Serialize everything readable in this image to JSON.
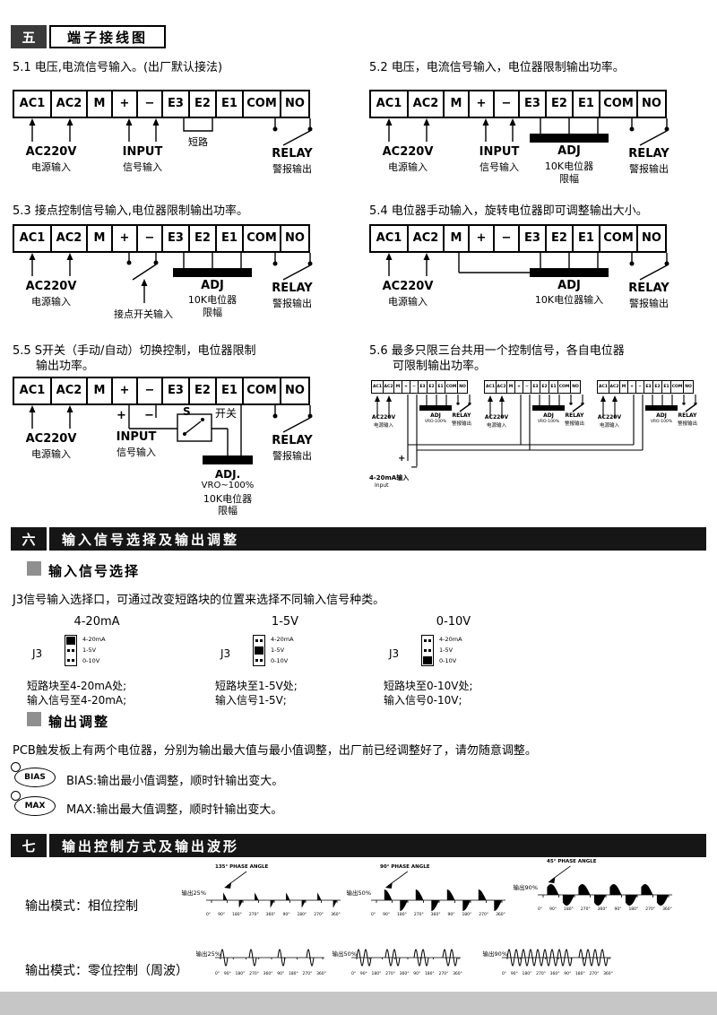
{
  "wiring": {
    "section_no": "五",
    "section_title": "端子接线图",
    "terminals": [
      "AC1",
      "AC2",
      "M",
      "+",
      "−",
      "E3",
      "E2",
      "E1",
      "COM",
      "NO"
    ],
    "diagrams": [
      {
        "caption": "5.1 电压,电流信号输入。(出厂默认接法)",
        "power": "AC220V",
        "power_sub": "电源输入",
        "input": "INPUT",
        "input_sub": "信号输入",
        "short": "短路",
        "relay": "RELAY",
        "relay_sub": "警报输出"
      },
      {
        "caption": "5.2 电压，电流信号输入，电位器限制输出功率。",
        "power": "AC220V",
        "power_sub": "电源输入",
        "input": "INPUT",
        "input_sub": "信号输入",
        "adj": "ADJ",
        "adj_sub": "10K电位器",
        "adj_sub2": "限幅",
        "relay": "RELAY",
        "relay_sub": "警报输出"
      },
      {
        "caption": "5.3 接点控制信号输入,电位器限制输出功率。",
        "power": "AC220V",
        "power_sub": "电源输入",
        "contact": "接点开关输入",
        "adj": "ADJ",
        "adj_sub": "10K电位器",
        "adj_sub2": "限幅",
        "relay": "RELAY",
        "relay_sub": "警报输出"
      },
      {
        "caption": "5.4 电位器手动输入，旋转电位器即可调整输出大小。",
        "power": "AC220V",
        "power_sub": "电源输入",
        "adj": "ADJ",
        "adj_sub": "10K电位器输入",
        "relay": "RELAY",
        "relay_sub": "警报输出"
      },
      {
        "caption_line1": "5.5 S开关（手动/自动）切换控制，电位器限制",
        "caption_line2": "输出功率。",
        "power": "AC220V",
        "power_sub": "电源输入",
        "plus": "+",
        "minus": "−",
        "input": "INPUT",
        "input_sub": "信号输入",
        "sw": "S",
        "sw_sub": "开关",
        "adj": "ADJ.",
        "adj_sub": "VRO~100%",
        "adj_sub2": "10K电位器",
        "adj_sub3": "限幅",
        "relay": "RELAY",
        "relay_sub": "警报输出"
      },
      {
        "caption_line1": "5.6 最多只限三台共用一个控制信号，各自电位器",
        "caption_line2": "可限制输出功率。",
        "unit": {
          "power": "AC220V",
          "power_sub": "电源输入",
          "adj": "ADJ",
          "adj_sub": "VRO-100%",
          "relay": "RELAY",
          "relay_sub": "警报输出"
        },
        "plus": "+",
        "minus": "−",
        "signal": "4-20mA输入",
        "signal_sub": "Input"
      }
    ]
  },
  "section6": {
    "number": "六",
    "title": "输入信号选择及输出调整",
    "sub1": "输入信号选择",
    "para1": "J3信号输入选择口，可通过改变短路块的位置来选择不同输入信号种类。",
    "connector": "J3",
    "pins": [
      "4-20mA",
      "1-5V",
      "0-10V"
    ],
    "options": [
      {
        "heading": "4-20mA",
        "selected": 0,
        "notes": [
          "短路块至4-20mA处;",
          "输入信号至4-20mA;"
        ]
      },
      {
        "heading": "1-5V",
        "selected": 1,
        "notes": [
          "短路块至1-5V处;",
          "输入信号1-5V;"
        ]
      },
      {
        "heading": "0-10V",
        "selected": 2,
        "notes": [
          "短路块至0-10V处;",
          "输入信号0-10V;"
        ]
      }
    ],
    "sub2": "输出调整",
    "para2": "PCB触发板上有两个电位器，分别为输出最大值与最小值调整，出厂前已经调整好了，请勿随意调整。",
    "pots": [
      {
        "icon": "BIAS",
        "desc": "BIAS:输出最小值调整，顺时针输出变大。"
      },
      {
        "icon": "MAX",
        "desc": "MAX:输出最大值调整，顺时针输出变大。"
      }
    ]
  },
  "section7": {
    "number": "七",
    "title": "输出控制方式及输出波形",
    "ticks": [
      "0°",
      "90°",
      "180°",
      "270°",
      "360°",
      "90°",
      "180°",
      "270°",
      "360°"
    ],
    "rows": [
      {
        "label": "输出模式：相位控制",
        "type": "phase",
        "charts": [
          {
            "title": "135° PHASE ANGLE",
            "output": "输出25%",
            "firing_angle_deg": 135,
            "output_percent": 25
          },
          {
            "title": "90° PHASE ANGLE",
            "output": "输出50%",
            "firing_angle_deg": 90,
            "output_percent": 50
          },
          {
            "title": "45° PHASE ANGLE",
            "output": "输出90%",
            "firing_angle_deg": 45,
            "output_percent": 90
          }
        ]
      },
      {
        "label": "输出模式：零位控制（周波）",
        "type": "burst",
        "charts": [
          {
            "output": "输出25%",
            "duty": 0.25
          },
          {
            "output": "输出50%",
            "duty": 0.5
          },
          {
            "output": "输出90%",
            "duty": 0.9
          }
        ]
      }
    ]
  }
}
